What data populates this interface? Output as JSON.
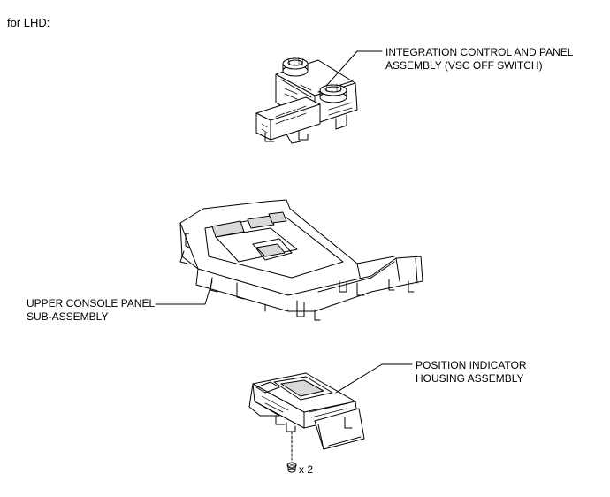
{
  "header": {
    "text": "for LHD:"
  },
  "parts": [
    {
      "id": "integration-control",
      "lines": [
        "INTEGRATION CONTROL AND PANEL",
        "ASSEMBLY (VSC OFF SWITCH)"
      ]
    },
    {
      "id": "upper-console",
      "lines": [
        "UPPER CONSOLE PANEL",
        "SUB-ASSEMBLY"
      ]
    },
    {
      "id": "position-indicator",
      "lines": [
        "POSITION INDICATOR",
        "HOUSING ASSEMBLY"
      ]
    }
  ],
  "fastener": {
    "quantity": "x 2",
    "icon": "screw-icon"
  },
  "colors": {
    "line": "#000000",
    "fill": "#ffffff",
    "shade": "#d9d9d9"
  }
}
